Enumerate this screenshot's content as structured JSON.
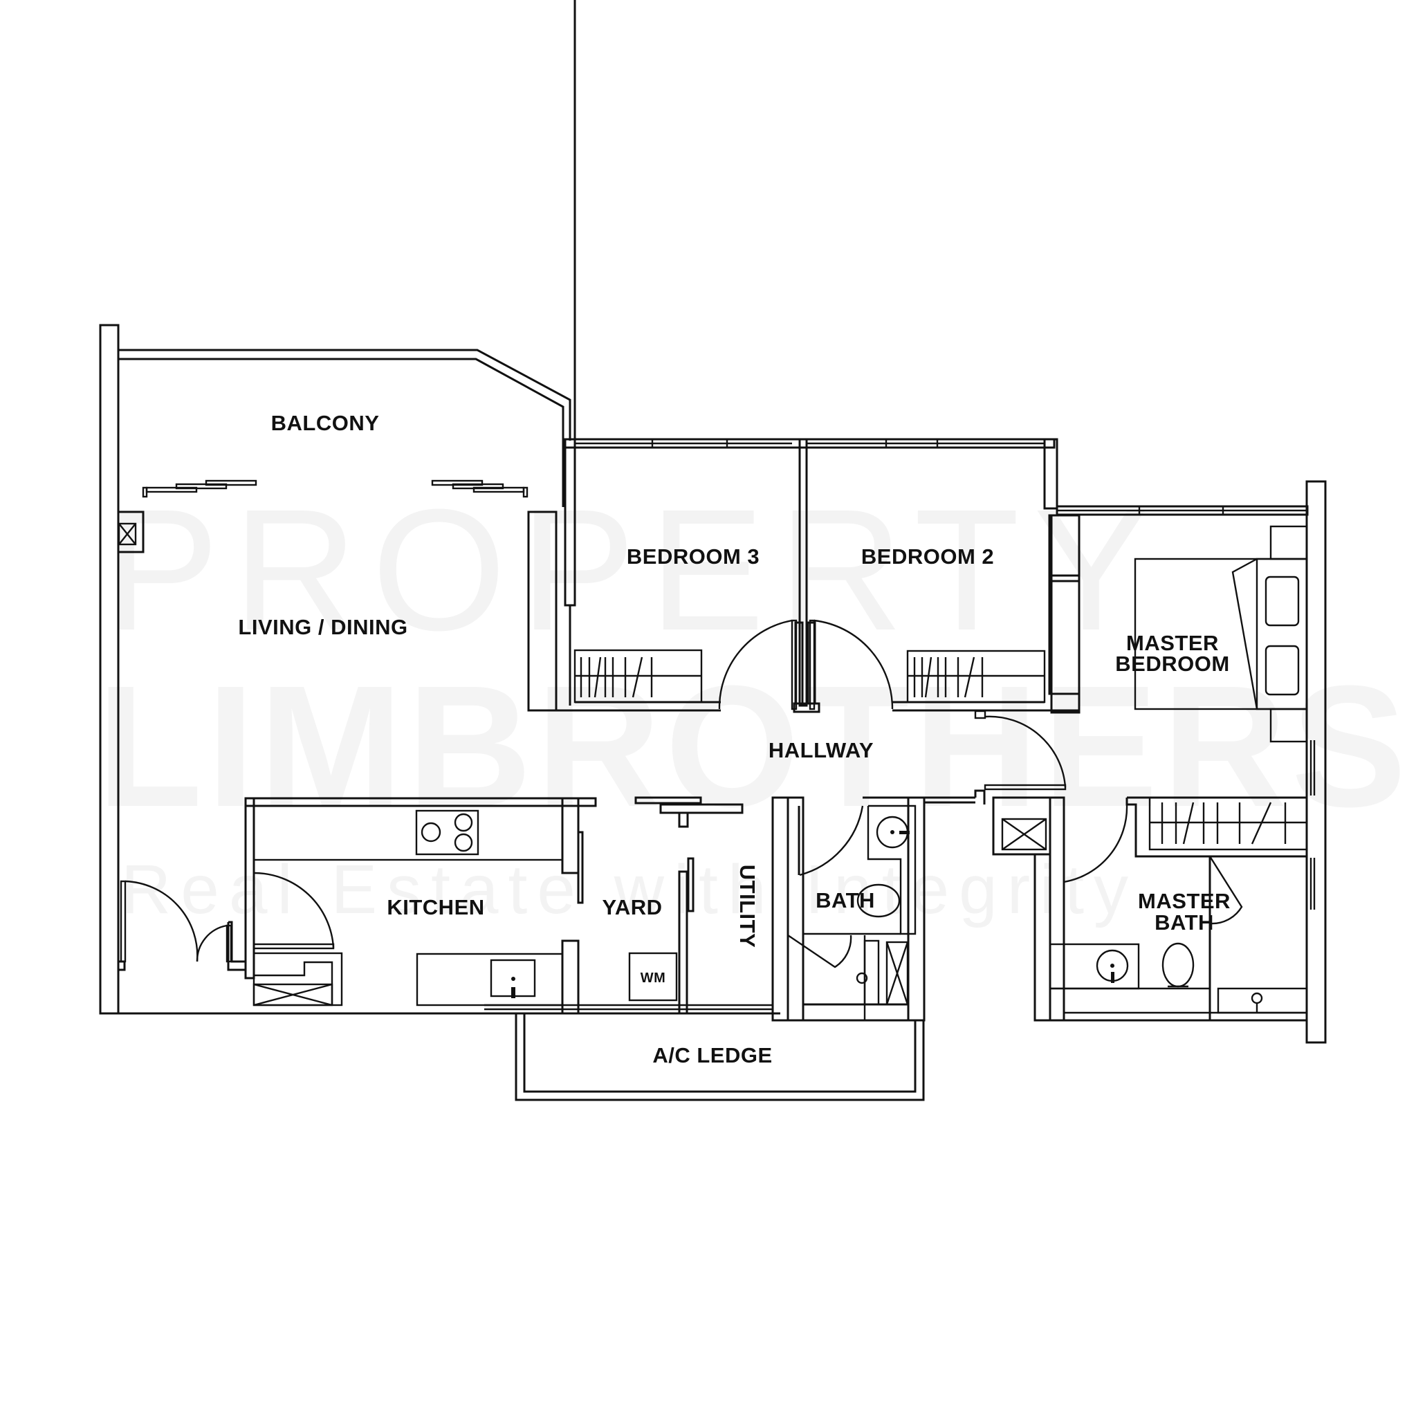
{
  "floor_plan": {
    "rooms": [
      {
        "id": "balcony",
        "label": "BALCONY"
      },
      {
        "id": "living_dining",
        "label": "LIVING / DINING"
      },
      {
        "id": "bedroom3",
        "label": "BEDROOM 3"
      },
      {
        "id": "bedroom2",
        "label": "BEDROOM 2"
      },
      {
        "id": "master_bedroom",
        "label_line1": "MASTER",
        "label_line2": "BEDROOM"
      },
      {
        "id": "hallway",
        "label": "HALLWAY"
      },
      {
        "id": "kitchen",
        "label": "KITCHEN"
      },
      {
        "id": "yard",
        "label": "YARD"
      },
      {
        "id": "utility",
        "label": "UTILITY"
      },
      {
        "id": "bath",
        "label": "BATH"
      },
      {
        "id": "master_bath",
        "label_line1": "MASTER",
        "label_line2": "BATH"
      },
      {
        "id": "ac_ledge",
        "label": "A/C LEDGE"
      }
    ],
    "fixtures": {
      "washing_machine": "WM",
      "hob": "hob-icon",
      "kitchen_sink": "sink-icon",
      "toilet": "toilet-icon",
      "basin": "basin-icon",
      "wardrobe": "wardrobe-icon",
      "bed": "bed-icon",
      "shaft": "shaft-cross-icon"
    },
    "colors": {
      "line": "#111111",
      "background": "#ffffff",
      "watermark": "#f3f3f3"
    }
  },
  "watermark": {
    "line1": "PROPERTY",
    "line2": "LIMBROTHERS",
    "line3": "Real Estate with Integrity"
  }
}
